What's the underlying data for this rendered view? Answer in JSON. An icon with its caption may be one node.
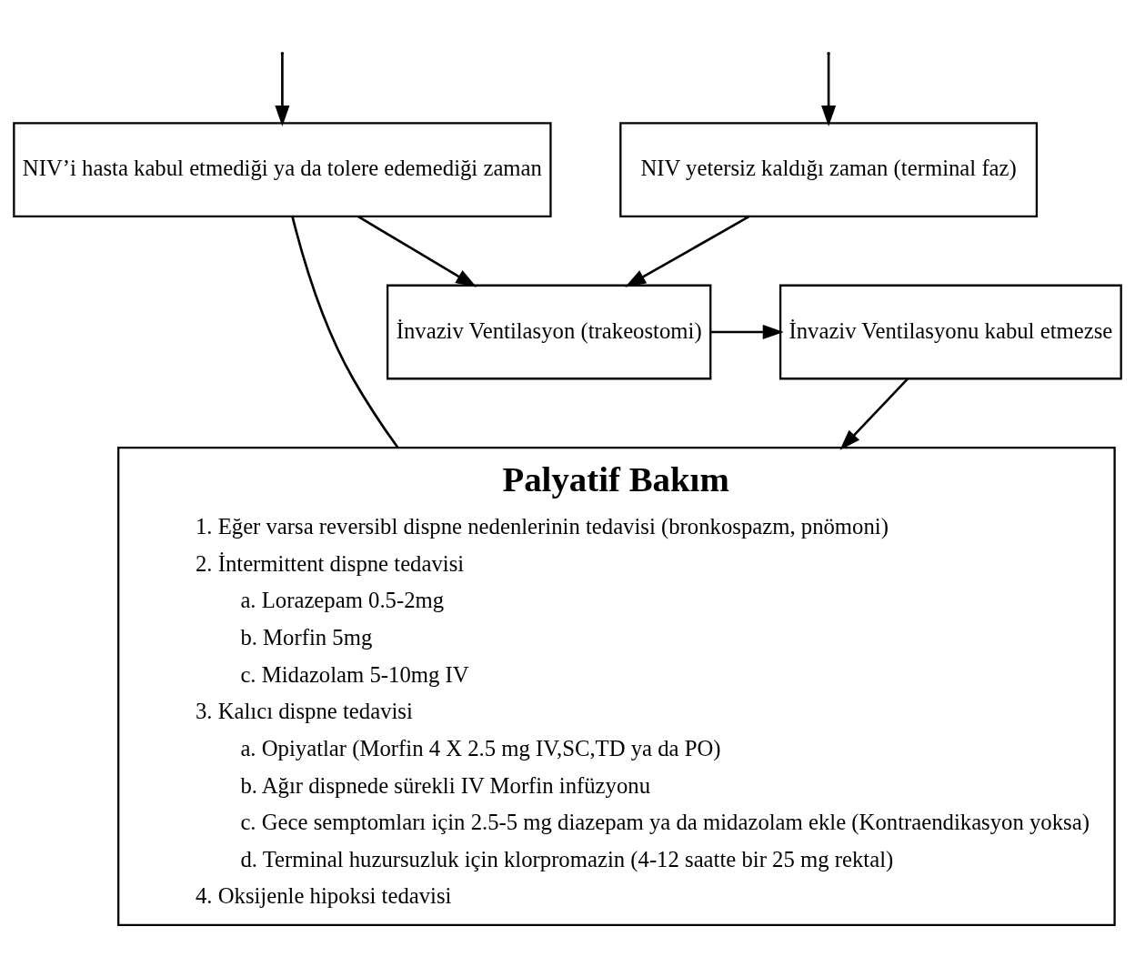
{
  "diagram": {
    "nodes": [
      {
        "text": [
          "NIV yetersiz kaldığı zaman (terminal faz)"
        ]
      },
      {
        "text": [
          "NIV’i hasta kabul etmediği ya da tolere edemediği zaman"
        ]
      },
      {
        "text": [
          "İnvaziv Ventilasyon (trakeostomi)"
        ]
      },
      {
        "text": [
          "İnvaziv Ventilasyonu kabul etmezse"
        ]
      },
      {
        "text": [
          "Palyatif Bakım",
          "1. Eğer varsa reversibl dispne nedenlerinin tedavisi (bronkospazm, pnömoni)",
          "2. İntermittent dispne tedavisi",
          "a. Lorazepam 0.5-2mg",
          "b. Morfin 5mg",
          "c. Midazolam 5-10mg IV",
          "3. Kalıcı dispne tedavisi",
          "a. Opiyatlar (Morfin 4 X 2.5 mg IV,SC,TD ya da PO)",
          "b. Ağır dispnede sürekli IV Morfin infüzyonu",
          "c. Gece semptomları için 2.5-5 mg diazepam ya da midazolam ekle (Kontraendikasyon yoksa)",
          "d. Terminal huzursuzluk için klorpromazin (4-12 saatte bir 25 mg rektal)",
          "4. Oksijenle hipoksi tedavisi"
        ]
      }
    ],
    "edges": [
      {
        "from": null,
        "to": 0,
        "arrow": "to"
      },
      {
        "from": null,
        "to": 1,
        "arrow": "to"
      },
      {
        "from": 0,
        "to": 2,
        "arrow": "to"
      },
      {
        "from": 1,
        "to": 2,
        "arrow": "to"
      },
      {
        "from": 2,
        "to": 3,
        "arrow": "to"
      },
      {
        "from": 3,
        "to": 4,
        "arrow": "to"
      },
      {
        "from": 1,
        "to": 4,
        "arrow": "none"
      }
    ]
  }
}
